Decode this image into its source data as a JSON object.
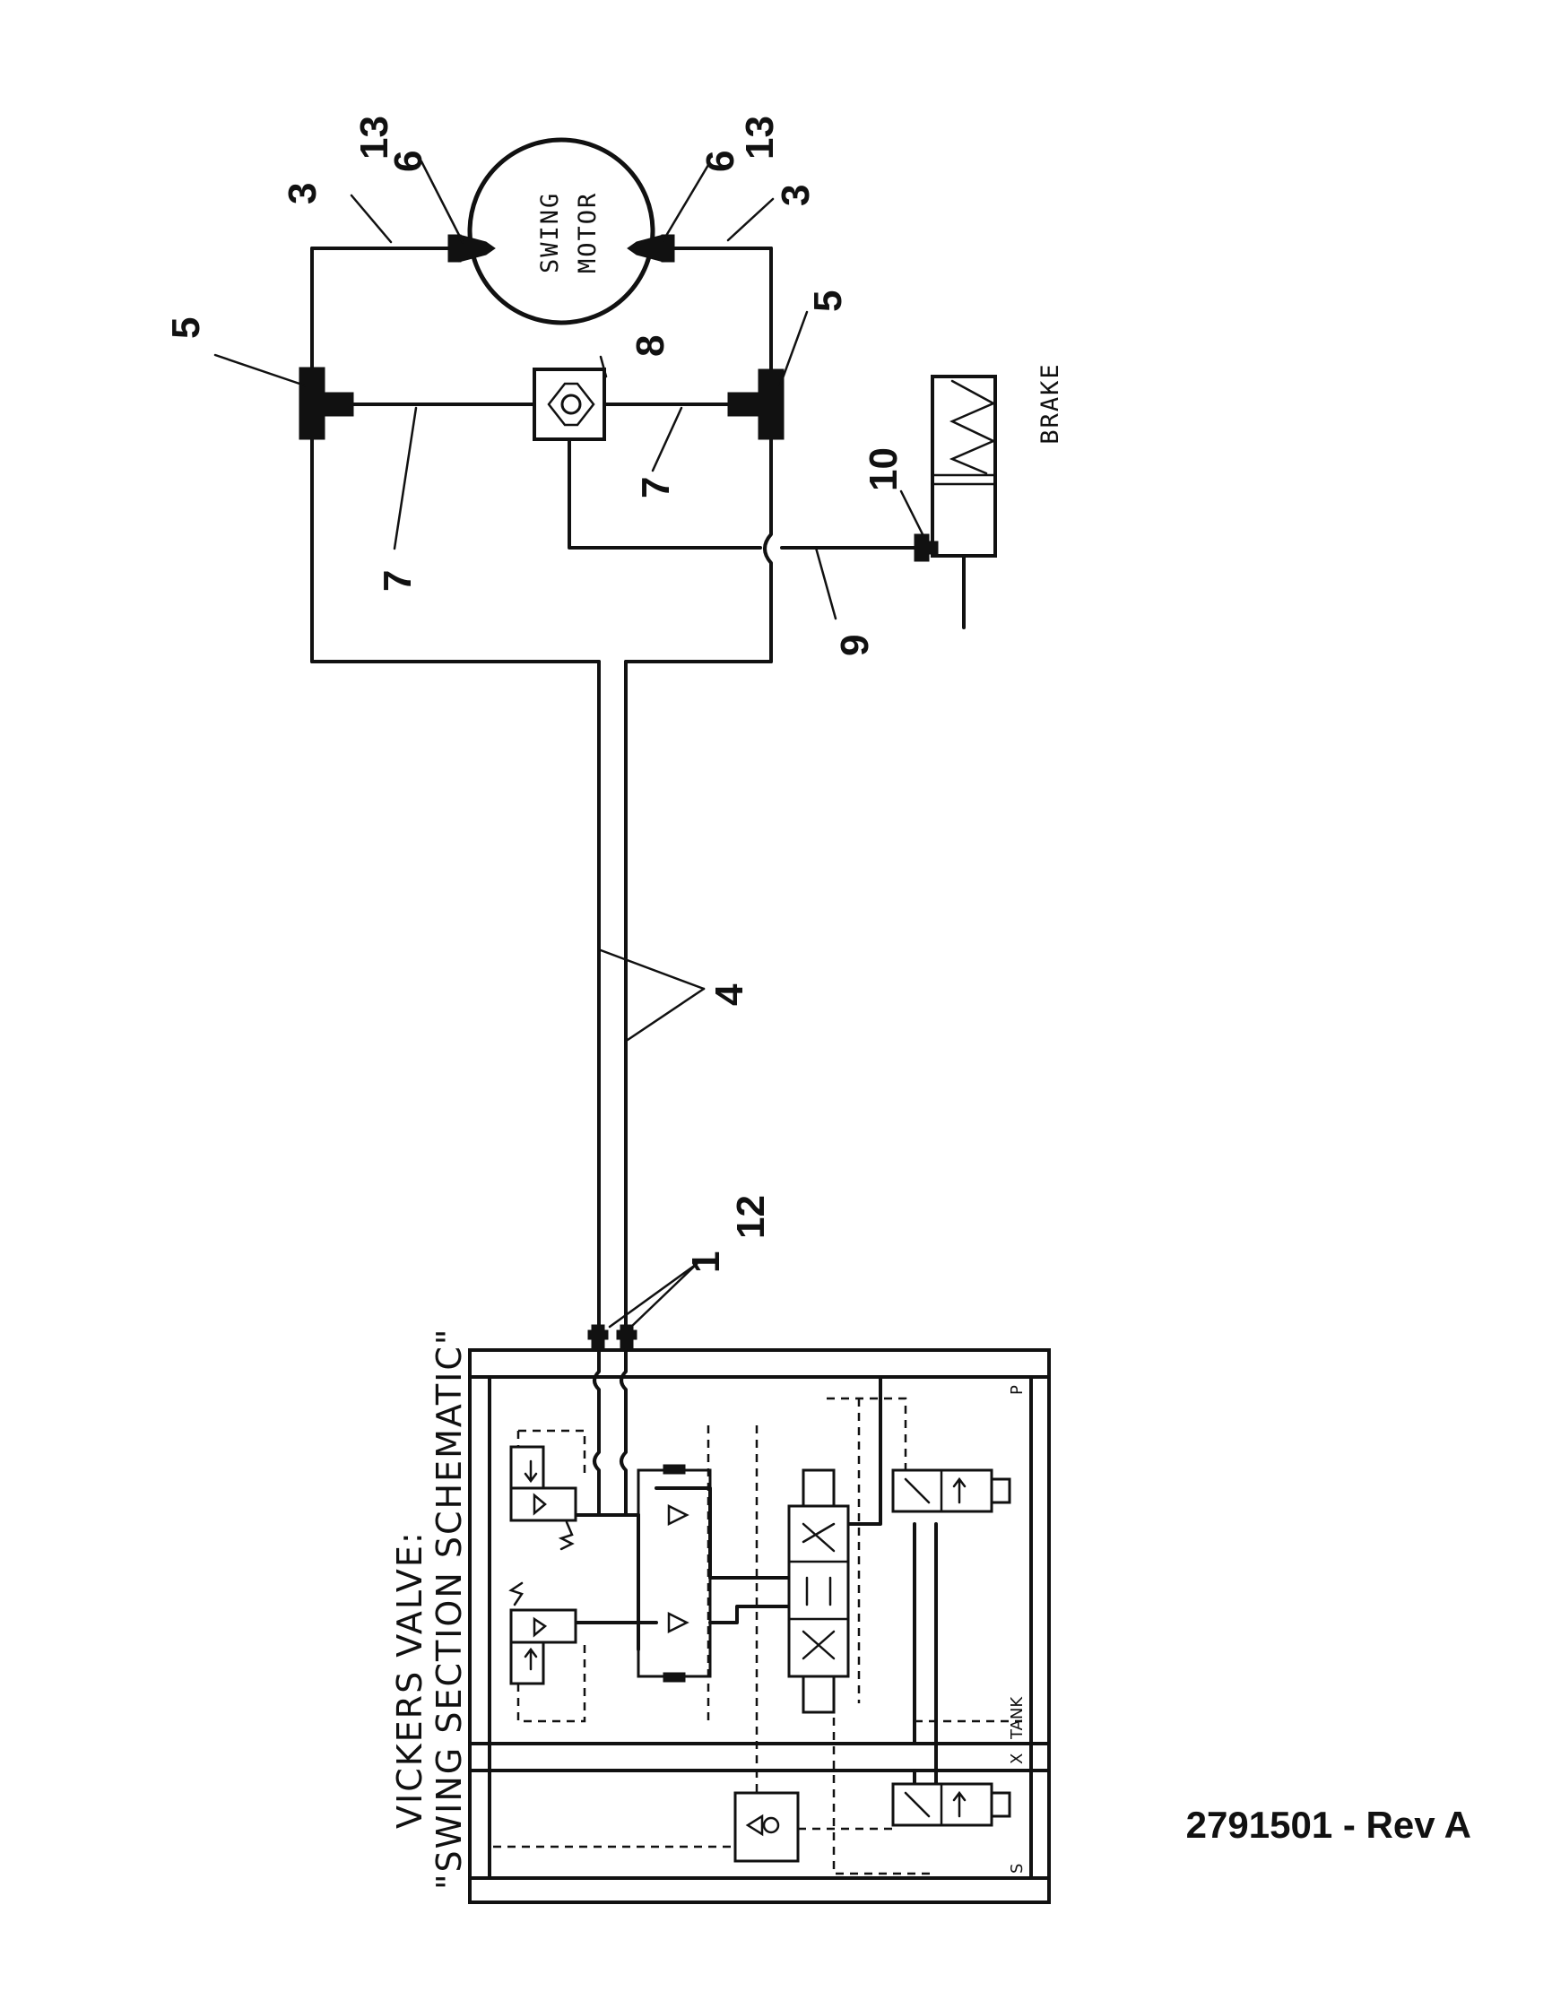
{
  "diagram": {
    "title_line1": "VICKERS VALVE:",
    "title_line2": "\"SWING SECTION SCHEMATIC\"",
    "motor_label_line1": "SWING",
    "motor_label_line2": "MOTOR",
    "brake_label": "BRAKE",
    "port_labels": {
      "p": "P",
      "tank": "TANK",
      "x": "X",
      "s": "S"
    },
    "callouts": {
      "c1": "1",
      "c3a": "3",
      "c3b": "3",
      "c4": "4",
      "c5a": "5",
      "c5b": "5",
      "c6a": "6",
      "c6b": "6",
      "c7a": "7",
      "c7b": "7",
      "c8": "8",
      "c9": "9",
      "c10": "10",
      "c12": "12",
      "c13a": "13",
      "c13b": "13"
    },
    "drawing_number": "2791501 - Rev A"
  }
}
